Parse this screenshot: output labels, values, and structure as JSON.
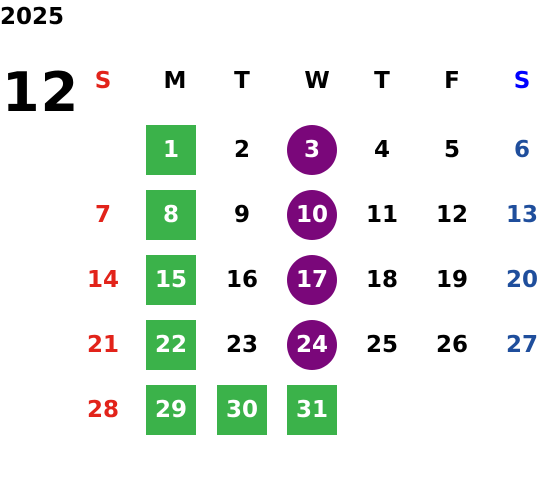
{
  "calendar": {
    "year": "2025",
    "month": "12",
    "weekdays": [
      {
        "label": "S",
        "color": "#e2231a"
      },
      {
        "label": "M",
        "color": "#000000"
      },
      {
        "label": "T",
        "color": "#000000"
      },
      {
        "label": "W",
        "color": "#000000"
      },
      {
        "label": "T",
        "color": "#000000"
      },
      {
        "label": "F",
        "color": "#000000"
      },
      {
        "label": "S",
        "color": "#0000ff"
      }
    ],
    "days": [
      {
        "label": "1",
        "style": "green"
      },
      {
        "label": "2",
        "style": "plain"
      },
      {
        "label": "3",
        "style": "purple"
      },
      {
        "label": "4",
        "style": "plain"
      },
      {
        "label": "5",
        "style": "plain"
      },
      {
        "label": "6",
        "style": "sat"
      },
      {
        "label": "7",
        "style": "sun"
      },
      {
        "label": "8",
        "style": "green"
      },
      {
        "label": "9",
        "style": "plain"
      },
      {
        "label": "10",
        "style": "purple"
      },
      {
        "label": "11",
        "style": "plain"
      },
      {
        "label": "12",
        "style": "plain"
      },
      {
        "label": "13",
        "style": "sat"
      },
      {
        "label": "14",
        "style": "sun"
      },
      {
        "label": "15",
        "style": "green"
      },
      {
        "label": "16",
        "style": "plain"
      },
      {
        "label": "17",
        "style": "purple"
      },
      {
        "label": "18",
        "style": "plain"
      },
      {
        "label": "19",
        "style": "plain"
      },
      {
        "label": "20",
        "style": "sat"
      },
      {
        "label": "21",
        "style": "sun"
      },
      {
        "label": "22",
        "style": "green"
      },
      {
        "label": "23",
        "style": "plain"
      },
      {
        "label": "24",
        "style": "purple"
      },
      {
        "label": "25",
        "style": "plain"
      },
      {
        "label": "26",
        "style": "plain"
      },
      {
        "label": "27",
        "style": "sat"
      },
      {
        "label": "28",
        "style": "sun"
      },
      {
        "label": "29",
        "style": "green"
      },
      {
        "label": "30",
        "style": "green"
      },
      {
        "label": "31",
        "style": "green"
      }
    ],
    "colors": {
      "green_highlight": "#3bb24a",
      "purple_highlight": "#7a077a",
      "sunday": "#e2231a",
      "saturday": "#1f4e9c"
    }
  }
}
